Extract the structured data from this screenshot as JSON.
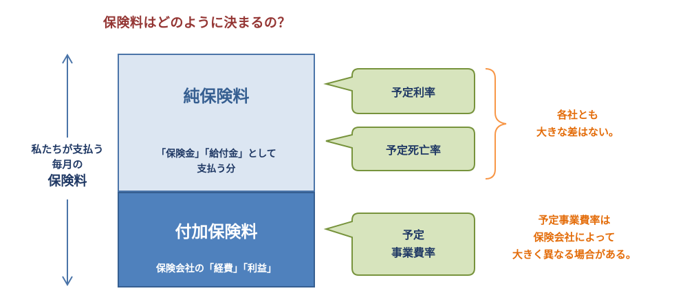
{
  "title": "保険料はどのように決まるの？",
  "left_label": {
    "line1": "私たちが支払う",
    "line2": "毎月の",
    "line3": "保険料"
  },
  "pure_premium": {
    "title": "純保険料",
    "desc_line1": "「保険金」「給付金」として",
    "desc_line2": "支払う分"
  },
  "loading_premium": {
    "title": "付加保険料",
    "desc": "保険会社の「経費」「利益」"
  },
  "callouts": {
    "interest": "予定利率",
    "mortality": "予定死亡率",
    "expense_line1": "予定",
    "expense_line2": "事業費率"
  },
  "notes": {
    "similar_line1": "各社とも",
    "similar_line2": "大きな差はない。",
    "differs_line1": "予定事業費率は",
    "differs_line2": "保険会社によって",
    "differs_line3": "大きく異なる場合がある。"
  },
  "colors": {
    "title": "#943634",
    "callout_fill": "#d7e4bd",
    "callout_border": "#77933c",
    "brace": "#f79646",
    "orange_text": "#e36c09"
  }
}
